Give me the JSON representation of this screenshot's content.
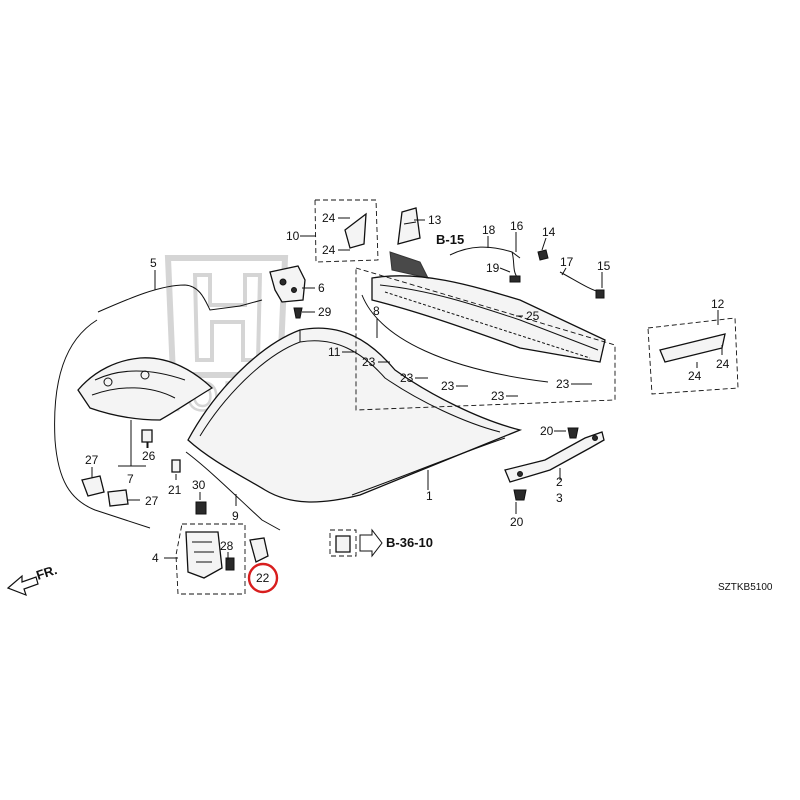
{
  "part_labels": [
    {
      "id": "1",
      "text": "1"
    },
    {
      "id": "2",
      "text": "2"
    },
    {
      "id": "3",
      "text": "3"
    },
    {
      "id": "4",
      "text": "4"
    },
    {
      "id": "5",
      "text": "5"
    },
    {
      "id": "6",
      "text": "6"
    },
    {
      "id": "7",
      "text": "7"
    },
    {
      "id": "8",
      "text": "8"
    },
    {
      "id": "9",
      "text": "9"
    },
    {
      "id": "10",
      "text": "10"
    },
    {
      "id": "11",
      "text": "11"
    },
    {
      "id": "12",
      "text": "12"
    },
    {
      "id": "13",
      "text": "13"
    },
    {
      "id": "14",
      "text": "14"
    },
    {
      "id": "15",
      "text": "15"
    },
    {
      "id": "16",
      "text": "16"
    },
    {
      "id": "17",
      "text": "17"
    },
    {
      "id": "18",
      "text": "18"
    },
    {
      "id": "19",
      "text": "19"
    },
    {
      "id": "20a",
      "text": "20"
    },
    {
      "id": "20b",
      "text": "20"
    },
    {
      "id": "21",
      "text": "21"
    },
    {
      "id": "22",
      "text": "22"
    },
    {
      "id": "23a",
      "text": "23"
    },
    {
      "id": "23b",
      "text": "23"
    },
    {
      "id": "23c",
      "text": "23"
    },
    {
      "id": "23d",
      "text": "23"
    },
    {
      "id": "23e",
      "text": "23"
    },
    {
      "id": "24a",
      "text": "24"
    },
    {
      "id": "24b",
      "text": "24"
    },
    {
      "id": "24c",
      "text": "24"
    },
    {
      "id": "24d",
      "text": "24"
    },
    {
      "id": "25",
      "text": "25"
    },
    {
      "id": "26",
      "text": "26"
    },
    {
      "id": "27a",
      "text": "27"
    },
    {
      "id": "27b",
      "text": "27"
    },
    {
      "id": "28",
      "text": "28"
    },
    {
      "id": "29",
      "text": "29"
    },
    {
      "id": "30",
      "text": "30"
    }
  ],
  "references": {
    "b15": "B-15",
    "b3610": "B-36-10"
  },
  "front_indicator": "FR.",
  "diagram_code": "SZTKB5100",
  "highlight_color": "#d81e1e"
}
